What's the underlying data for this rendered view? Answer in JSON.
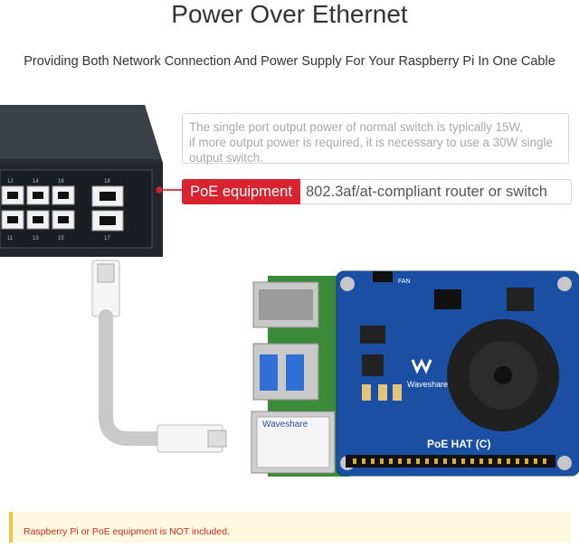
{
  "header": {
    "title": "Power Over Ethernet",
    "subtitle": "Providing Both Network Connection And Power Supply For Your Raspberry Pi In One Cable"
  },
  "switch": {
    "port_numbers_top": [
      "12",
      "14",
      "16",
      "18"
    ],
    "port_numbers_bottom": [
      "11",
      "13",
      "15",
      "17"
    ]
  },
  "callout": {
    "note_line1": "The single port output power of normal switch is typically 15W,",
    "note_line2": "if more output power is required, it is necessary to use a 30W single",
    "note_line3": "output switch.",
    "tag_label": "PoE equipment",
    "tag_description": "802.3af/at-compliant router or switch"
  },
  "board": {
    "brand": "Waveshare",
    "model": "PoE HAT (C)",
    "fan_label": "FAN",
    "connector_label": "Waveshare"
  },
  "footer": {
    "disclaimer": "Raspberry Pi or PoE equipment is NOT included."
  },
  "colors": {
    "accent_red": "#d9242f",
    "board_blue": "#1a4fa3",
    "disclaimer_bg": "#fff8e1"
  }
}
